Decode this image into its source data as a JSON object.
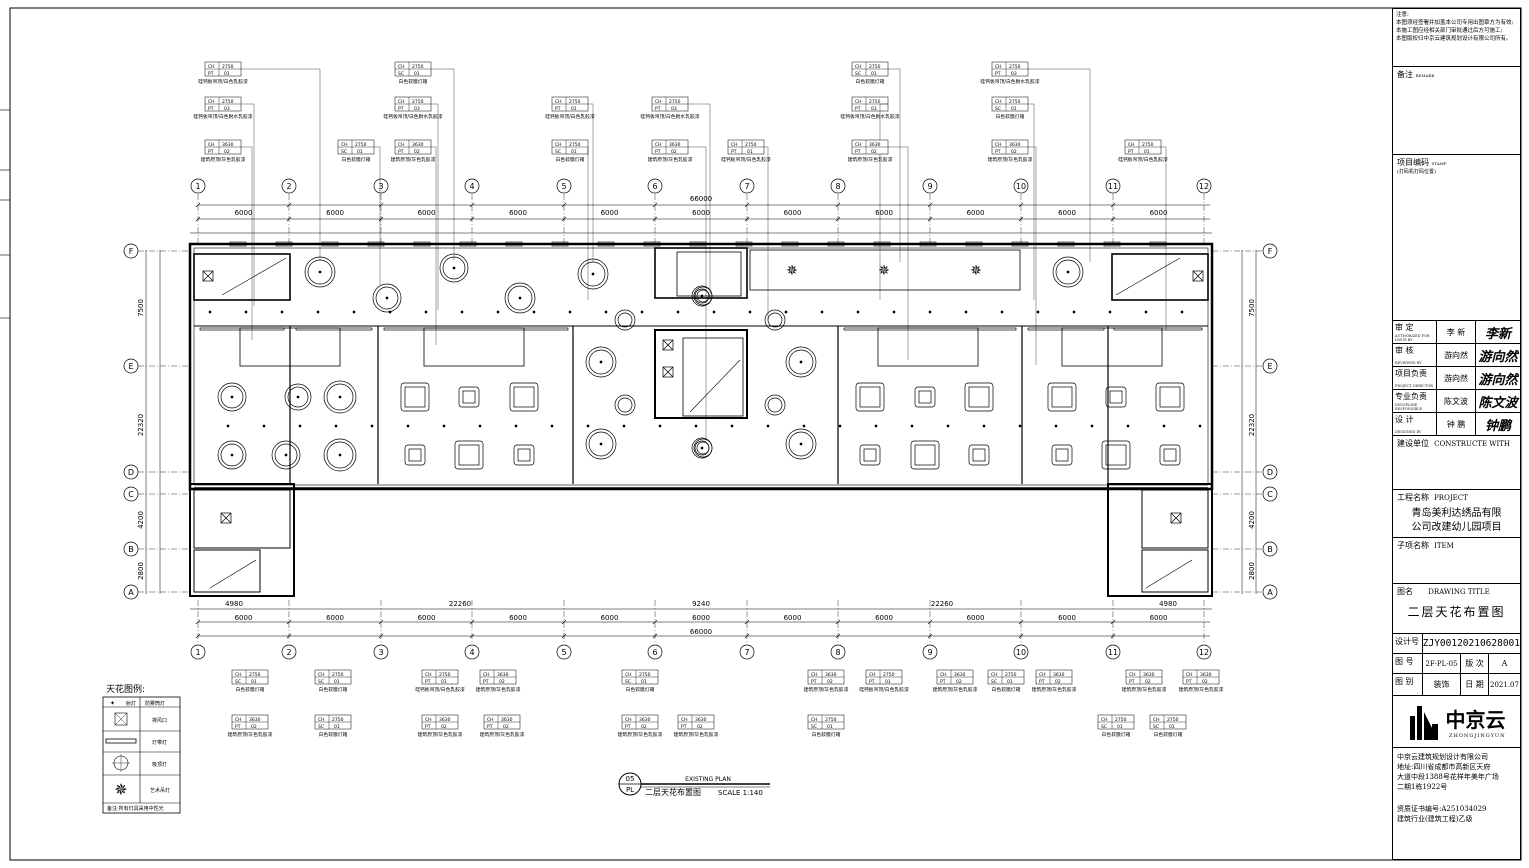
{
  "notes": {
    "title": "注意:",
    "lines": [
      "本图须经签署并加盖本公司专用出图章方为有效;",
      "本施工图应经相关部门审批通过后方可施工;",
      "本图版权归中京云建筑规划设计有限公司所有。"
    ]
  },
  "remarks": {
    "label": "备注",
    "en": "REMARK"
  },
  "project_code": {
    "label": "项目编码",
    "en": "STAMP",
    "sub": "(打码机打码位置)"
  },
  "signatures": [
    {
      "role": "审 定",
      "en": "AUTHORIZED FOR ISSUE BY",
      "name": "李 新",
      "sign": "李新"
    },
    {
      "role": "审 核",
      "en": "REVIEWED BY",
      "name": "游向然",
      "sign": "游向然"
    },
    {
      "role": "项目负责",
      "en": "PROJECT DIRECTOR",
      "name": "游向然",
      "sign": "游向然"
    },
    {
      "role": "专业负责",
      "en": "DISCIPLINE RESPONSIBLE",
      "name": "陈文波",
      "sign": "陈文波"
    },
    {
      "role": "设 计",
      "en": "DESIGNED BY",
      "name": "钟 鹏",
      "sign": "钟鹏"
    }
  ],
  "construct": {
    "label": "建设单位",
    "en": "CONSTRUCTE WITH"
  },
  "project": {
    "label": "工程名称",
    "en": "PROJECT",
    "name1": "青岛美利达绣品有限",
    "name2": "公司改建幼儿园项目"
  },
  "item": {
    "label": "子项名称",
    "en": "ITEM"
  },
  "drawing_title": {
    "label": "图名",
    "en": "DRAWING TITLE",
    "value": "二层天花布置图"
  },
  "design_no": {
    "label": "设计号",
    "value": "ZJY00120210628001"
  },
  "drawing_no": {
    "label": "图 号",
    "value": "2F-PL-05",
    "version_label": "版 次",
    "version": "A"
  },
  "category": {
    "label": "图 别",
    "value": "装饰",
    "date_label": "日 期",
    "date": "2021.07"
  },
  "logo": {
    "name": "中京云",
    "pinyin": "ZHONGJINGYUN"
  },
  "company": [
    "中京云建筑规划设计有限公司",
    "地址:四川省成都市高新区天府",
    "大道中段1388号花样年美年广场",
    "二期1栋1922号"
  ],
  "certificate": [
    "资质证书编号:A251034029",
    "建筑行业(建筑工程)乙级"
  ],
  "plan": {
    "id": "05",
    "code": "PL",
    "en_title": "EXISTING PLAN",
    "title": "二层天花布置图",
    "scale": "SCALE 1:140",
    "overall_width": "66000",
    "bay": "6000",
    "bottom_dims": [
      "4980",
      "22260",
      "9240",
      "22260",
      "4980"
    ],
    "left_dims": [
      "7500",
      "22320",
      "4200",
      "2800"
    ],
    "axis_cols": [
      "1",
      "2",
      "3",
      "4",
      "5",
      "6",
      "7",
      "8",
      "9",
      "10",
      "11",
      "12"
    ],
    "axis_rows": [
      "F",
      "E",
      "D",
      "C",
      "B",
      "A"
    ]
  },
  "legend": {
    "title": "天花图例:",
    "header": [
      "射灯",
      "防雾筒灯"
    ],
    "items": [
      "排风口",
      "灯带灯",
      "吸顶灯",
      "艺术吊灯"
    ],
    "note": "备注:所有灯具采用中性光"
  },
  "tags_top": [
    {
      "ch": "2750",
      "c": "PT",
      "n": "01",
      "t": "硅钙板吊顶/白色乳胶漆"
    },
    {
      "ch": "2750",
      "c": "PT",
      "n": "03",
      "t": "硅钙板吊顶/白色耐水乳胶漆"
    },
    {
      "ch": "3630",
      "c": "PT",
      "n": "02",
      "t": "建筑原顶/灰色乳胶漆"
    },
    {
      "ch": "2750",
      "c": "SC",
      "n": "01",
      "t": "白色软膜灯箱"
    },
    {
      "ch": "2750",
      "c": "PT",
      "n": "03",
      "t": "硅钙板吊顶/白色耐水乳胶漆"
    },
    {
      "ch": "2750",
      "c": "SC",
      "n": "01",
      "t": "白色软膜灯箱"
    },
    {
      "ch": "3630",
      "c": "PT",
      "n": "02",
      "t": "建筑原顶/灰色乳胶漆"
    },
    {
      "ch": "2750",
      "c": "PT",
      "n": "01",
      "t": "硅钙板吊顶/白色乳胶漆"
    },
    {
      "ch": "2750",
      "c": "SC",
      "n": "01",
      "t": "白色软膜灯箱"
    },
    {
      "ch": "2750",
      "c": "PT",
      "n": "03",
      "t": "硅钙板吊顶/白色耐水乳胶漆"
    },
    {
      "ch": "3630",
      "c": "PT",
      "n": "02",
      "t": "建筑原顶/灰色乳胶漆"
    },
    {
      "ch": "2750",
      "c": "PT",
      "n": "01",
      "t": "硅钙板吊顶/白色乳胶漆"
    },
    {
      "ch": "2750",
      "c": "SC",
      "n": "01",
      "t": "白色软膜灯箱"
    },
    {
      "ch": "2750",
      "c": "PT",
      "n": "03",
      "t": "硅钙板吊顶/白色耐水乳胶漆"
    },
    {
      "ch": "3630",
      "c": "PT",
      "n": "02",
      "t": "建筑原顶/灰色乳胶漆"
    },
    {
      "ch": "2750",
      "c": "PT",
      "n": "03",
      "t": "硅钙板吊顶/白色耐水乳胶漆"
    },
    {
      "ch": "2750",
      "c": "SC",
      "n": "01",
      "t": "白色软膜灯箱"
    },
    {
      "ch": "3630",
      "c": "PT",
      "n": "02",
      "t": "建筑原顶/灰色乳胶漆"
    },
    {
      "ch": "2750",
      "c": "PT",
      "n": "01",
      "t": "硅钙板吊顶/白色乳胶漆"
    }
  ],
  "tags_bottom": [
    {
      "ch": "2750",
      "c": "SC",
      "n": "01",
      "t": "白色软膜灯箱"
    },
    {
      "ch": "2750",
      "c": "SC",
      "n": "01",
      "t": "白色软膜灯箱"
    },
    {
      "ch": "2750",
      "c": "PT",
      "n": "01",
      "t": "硅钙板吊顶/白色乳胶漆"
    },
    {
      "ch": "3630",
      "c": "PT",
      "n": "02",
      "t": "建筑原顶/灰色乳胶漆"
    },
    {
      "ch": "2750",
      "c": "SC",
      "n": "01",
      "t": "白色软膜灯箱"
    },
    {
      "ch": "3630",
      "c": "PT",
      "n": "02",
      "t": "建筑原顶/灰色乳胶漆"
    },
    {
      "ch": "2750",
      "c": "PT",
      "n": "01",
      "t": "硅钙板吊顶/白色乳胶漆"
    },
    {
      "ch": "3630",
      "c": "PT",
      "n": "02",
      "t": "建筑原顶/灰色乳胶漆"
    },
    {
      "ch": "2750",
      "c": "SC",
      "n": "01",
      "t": "白色软膜灯箱"
    },
    {
      "ch": "3630",
      "c": "PT",
      "n": "02",
      "t": "建筑原顶/灰色乳胶漆"
    },
    {
      "ch": "3630",
      "c": "PT",
      "n": "02",
      "t": "建筑原顶/灰色乳胶漆"
    },
    {
      "ch": "3630",
      "c": "PT",
      "n": "02",
      "t": "建筑原顶/灰色乳胶漆"
    },
    {
      "ch": "3630",
      "c": "PT",
      "n": "02",
      "t": "建筑原顶/灰色乳胶漆"
    },
    {
      "ch": "2750",
      "c": "SC",
      "n": "01",
      "t": "白色软膜灯箱"
    },
    {
      "ch": "3630",
      "c": "PT",
      "n": "02",
      "t": "建筑原顶/灰色乳胶漆"
    },
    {
      "ch": "3630",
      "c": "PT",
      "n": "02",
      "t": "建筑原顶/灰色乳胶漆"
    },
    {
      "ch": "3630",
      "c": "PT",
      "n": "02",
      "t": "建筑原顶/灰色乳胶漆"
    },
    {
      "ch": "3630",
      "c": "PT",
      "n": "02",
      "t": "建筑原顶/灰色乳胶漆"
    },
    {
      "ch": "2750",
      "c": "SC",
      "n": "01",
      "t": "白色软膜灯箱"
    },
    {
      "ch": "2750",
      "c": "SC",
      "n": "01",
      "t": "白色软膜灯箱"
    },
    {
      "ch": "2750",
      "c": "SC",
      "n": "01",
      "t": "白色软膜灯箱"
    }
  ]
}
